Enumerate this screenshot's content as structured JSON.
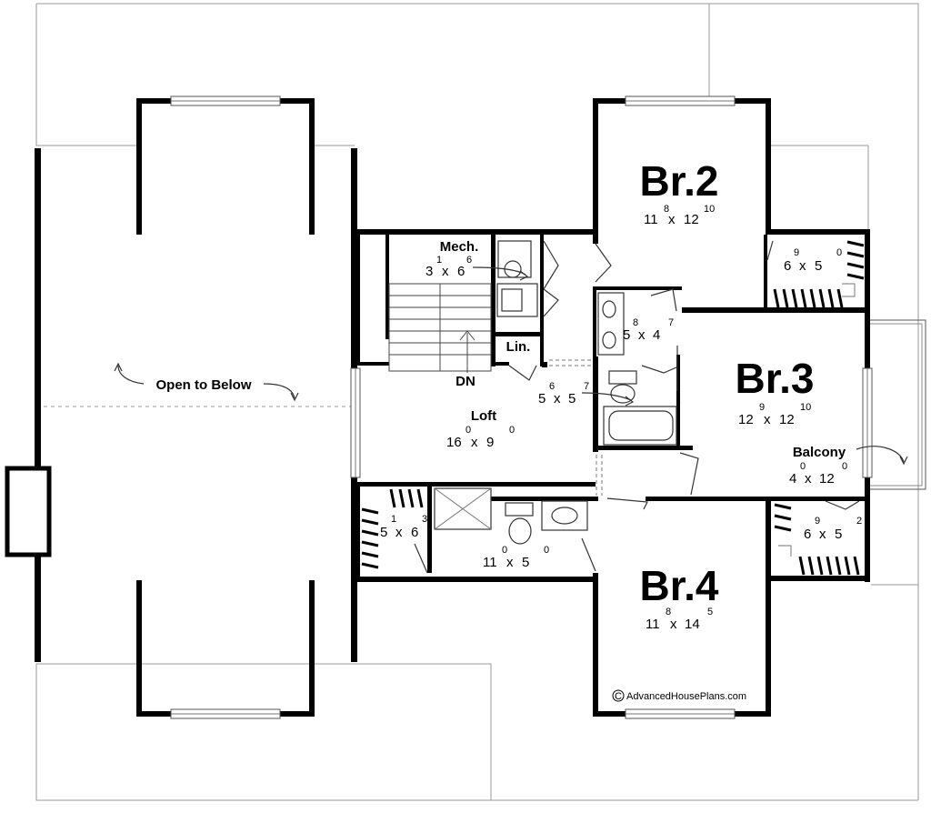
{
  "rooms": {
    "br2": {
      "name": "Br.2",
      "w": "11",
      "w_in": "8",
      "x": "x",
      "l": "12",
      "l_in": "10"
    },
    "br3": {
      "name": "Br.3",
      "w": "12",
      "w_in": "9",
      "x": "x",
      "l": "12",
      "l_in": "10"
    },
    "br4": {
      "name": "Br.4",
      "w": "11",
      "w_in": "8",
      "x": "x",
      "l": "14",
      "l_in": "5"
    },
    "mech": {
      "name": "Mech.",
      "w": "3",
      "w_in": "1",
      "x": "x",
      "l": "6",
      "l_in": "6"
    },
    "lin": {
      "name": "Lin."
    },
    "loft": {
      "name": "Loft",
      "w": "16",
      "w_in": "0",
      "x": "x",
      "l": "9",
      "l_in": "0"
    },
    "balcony": {
      "name": "Balcony",
      "w": "4",
      "w_in": "0",
      "x": "x",
      "l": "12",
      "l_in": "0"
    },
    "bath_jack": {
      "w": "5",
      "w_in": "8",
      "x": "x",
      "l": "4",
      "l_in": "7"
    },
    "bath_hall": {
      "w": "5",
      "w_in": "6",
      "x": "x",
      "l": "5",
      "l_in": "7"
    },
    "bath_main": {
      "w": "11",
      "w_in": "0",
      "x": "x",
      "l": "5",
      "l_in": "0"
    },
    "closet_br2": {
      "w": "6",
      "w_in": "9",
      "x": "x",
      "l": "5",
      "l_in": "0"
    },
    "closet_br4": {
      "w": "6",
      "w_in": "9",
      "x": "x",
      "l": "5",
      "l_in": "2"
    },
    "closet_left": {
      "w": "5",
      "w_in": "1",
      "x": "x",
      "l": "6",
      "l_in": "3"
    }
  },
  "labels": {
    "open_to_below": "Open to Below",
    "stairs_down": "DN",
    "copyright_symbol": "C",
    "copyright": "AdvancedHousePlans.com"
  }
}
